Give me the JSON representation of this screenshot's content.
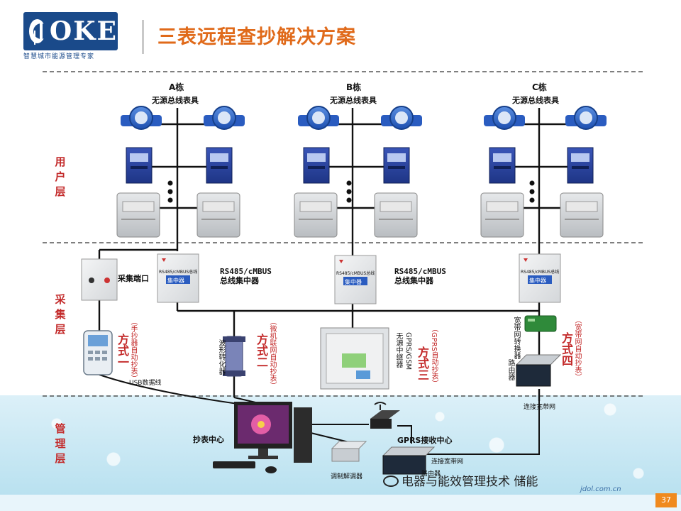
{
  "header": {
    "logo_text": "OKE",
    "logo_subtitle": "智慧城市能源管理专家",
    "title": "三表远程查抄解决方案"
  },
  "layers": {
    "user": "用户层",
    "collect": "采集层",
    "manage": "管理层"
  },
  "buildings": [
    {
      "name": "A栋",
      "subtitle": "无源总线表具"
    },
    {
      "name": "B栋",
      "subtitle": "无源总线表具"
    },
    {
      "name": "C栋",
      "subtitle": "无源总线表具"
    }
  ],
  "concentrator": {
    "header": "RS485/cMBUS总线",
    "label": "集中器"
  },
  "bus_labels": {
    "a": "RS485/cMBUS\n总线集中器",
    "b": "RS485/cMBUS\n总线集中器"
  },
  "collect_port": "采集端口",
  "usb_line": "USB数据线",
  "modes": [
    {
      "name": "方式一",
      "desc": "（手抄器自动抄表）"
    },
    {
      "name": "方式二",
      "desc": "（微机联网自动抄表）"
    },
    {
      "name": "方式三",
      "desc": "（GPRS自动抄表）"
    },
    {
      "name": "方式四",
      "desc": "（宽带网自动抄表）"
    }
  ],
  "devices": {
    "converter": "波形转化器",
    "relay": "GPRS/GSM\n无源中继器",
    "broadband_converter": "宽带网转换器",
    "router": "路由器",
    "broadband": "连接宽带网",
    "meter_center": "抄表中心",
    "gprs_center": "GPRS接收中心",
    "broadband2": "连接宽带网",
    "modem": "调制解调器",
    "router2": "路由器"
  },
  "watermark": "电器与能效管理技术 储能",
  "watermark_url": "jdol.com.cn",
  "page_number": "37",
  "colors": {
    "title": "#e06a1a",
    "layer_label": "#c32a2a",
    "logo_bg": "#1a4a8a",
    "page_badge": "#f08a1e"
  }
}
